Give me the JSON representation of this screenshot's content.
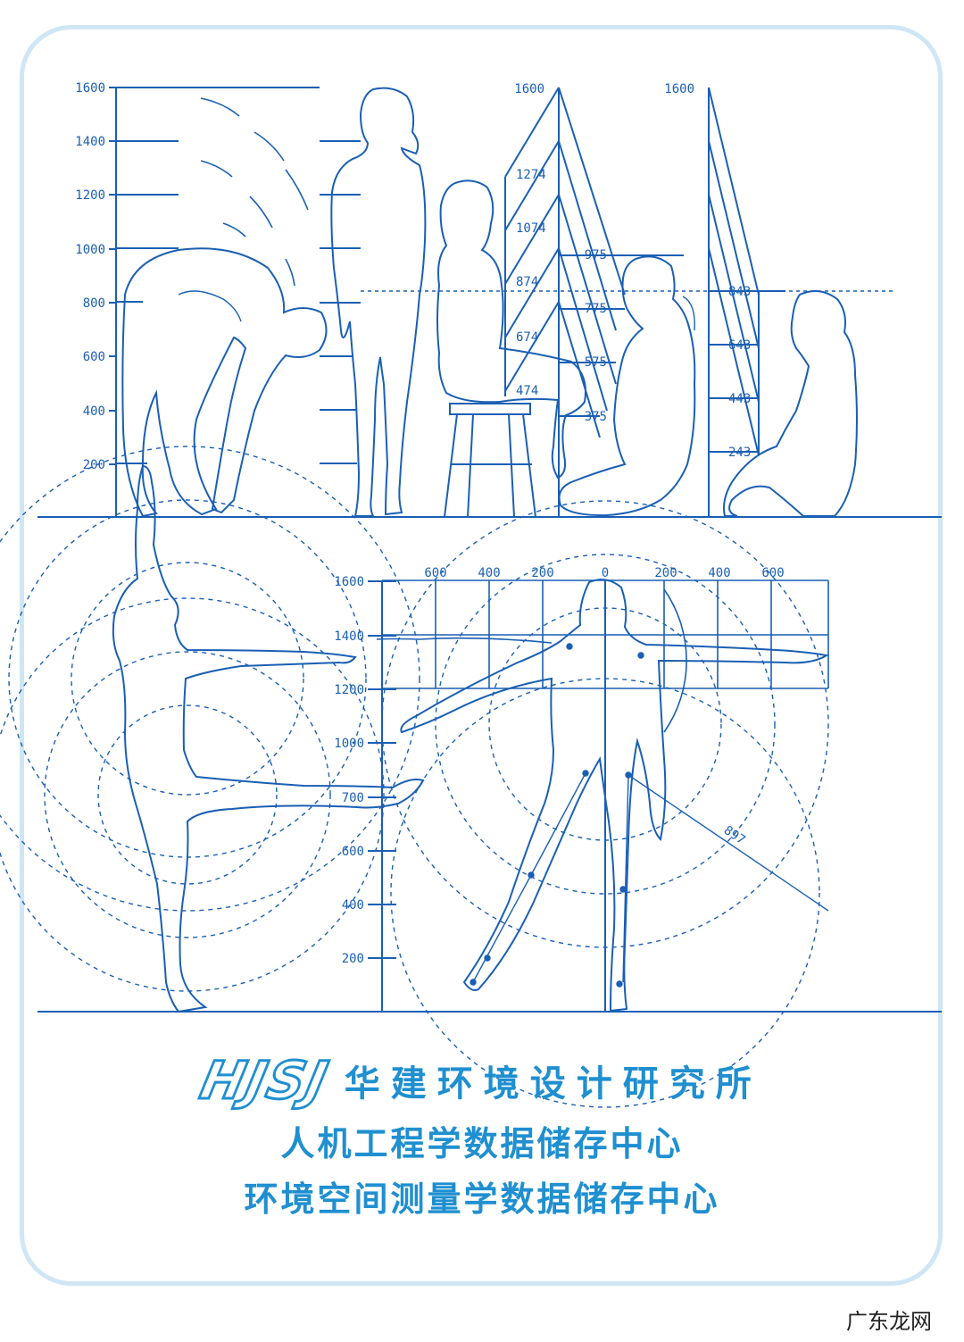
{
  "left_scale": [
    "1600",
    "1400",
    "1200",
    "1000",
    "800",
    "600",
    "400",
    "200"
  ],
  "seated_scale": [
    "1600",
    "1274",
    "1074",
    "874",
    "674",
    "474"
  ],
  "kneel_scale": [
    "975",
    "775",
    "575",
    "375"
  ],
  "floor_scale_top": "1600",
  "floor_scale": [
    "843",
    "643",
    "443",
    "243"
  ],
  "lower_left_scale": [
    "1600",
    "1400",
    "1200",
    "1000",
    "700",
    "600",
    "400",
    "200"
  ],
  "grid_top_labels": [
    "600",
    "400",
    "200",
    "0",
    "200",
    "400",
    "600"
  ],
  "reach_label": "897",
  "brand": {
    "logo": "HJSJ",
    "name": "华建环境设计研究所",
    "line1": "人机工程学数据储存中心",
    "line2": "环境空间测量学数据储存中心"
  },
  "watermark": "广东龙网",
  "colors": {
    "line": "#1a5fb4",
    "accent": "#1f8fd0",
    "frame": "#cfe6f5"
  }
}
